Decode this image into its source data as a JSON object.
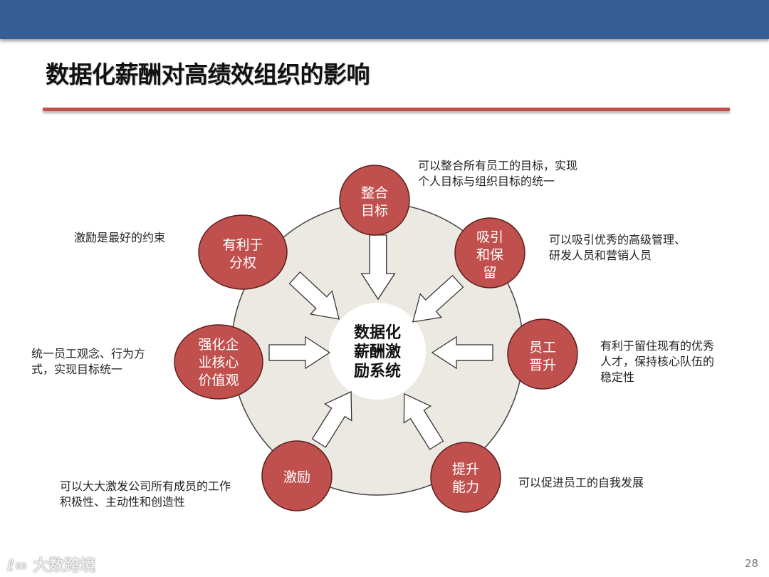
{
  "header": {
    "title": "数据化薪酬对高绩效组织的影响",
    "banner_color": "#375e92",
    "rule_color": "#c0504d"
  },
  "diagram": {
    "center": {
      "lines": [
        "数据化",
        "薪酬激",
        "励系统"
      ]
    },
    "ring_color": "#ebe9e1",
    "node_color": "#c0504d",
    "nodes": [
      {
        "id": "integrate-goals",
        "lines": [
          "整合",
          "目标"
        ],
        "description_lines": [
          "可以整合所有员工的目标，实现",
          "个人目标与组织目标的统一"
        ]
      },
      {
        "id": "attract-retain",
        "lines": [
          "吸引",
          "和保",
          "留"
        ],
        "description_lines": [
          "可以吸引优秀的高级管理、",
          "研发人员和营销人员"
        ]
      },
      {
        "id": "promotion",
        "lines": [
          "员工",
          "晋升"
        ],
        "description_lines": [
          "有利于留住现有的优秀",
          "人才，保持核心队伍的",
          "稳定性"
        ]
      },
      {
        "id": "improve-ability",
        "lines": [
          "提升",
          "能力"
        ],
        "description_lines": [
          "可以促进员工的自我发展"
        ]
      },
      {
        "id": "incentive",
        "lines": [
          "激励"
        ],
        "description_lines": [
          "可以大大激发公司所有成员的工作",
          "积极性、主动性和创造性"
        ]
      },
      {
        "id": "core-values",
        "lines": [
          "强化企",
          "业核心",
          "价值观"
        ],
        "description_lines": [
          "统一员工观念、行为方",
          "式，实现目标统一"
        ]
      },
      {
        "id": "decentralization",
        "lines": [
          "有利于",
          "分权"
        ],
        "description_lines": [
          "激励是最好的约束"
        ]
      }
    ]
  },
  "footer": {
    "logo_text": "大数跨境",
    "logo_mark": "ℓ∞",
    "page_number": "28"
  }
}
